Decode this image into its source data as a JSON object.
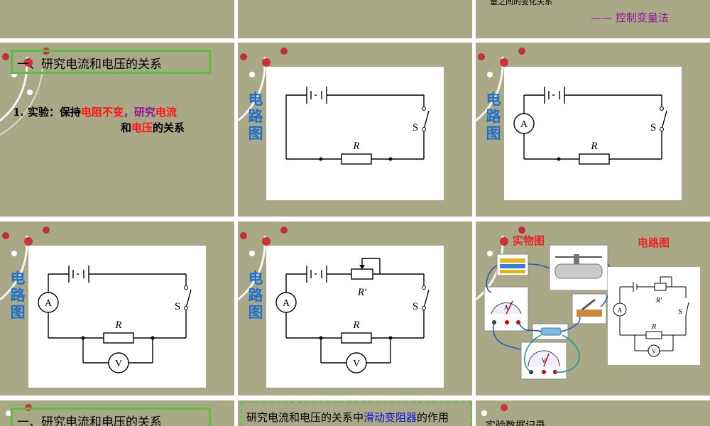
{
  "slides": {
    "s1": {},
    "s2": {},
    "s3": {
      "top_text": "量之间的变化关系",
      "method": "—— 控制变量法"
    },
    "s4": {
      "heading": "一、研究电流和电压的关系",
      "exp_num": "1. 实验：保持",
      "exp_red1": "电阻不变",
      "exp_mid": "，研究",
      "exp_red2": "电流",
      "exp_and": "和",
      "exp_red3": "电压",
      "exp_end": "的关系"
    },
    "s5": {
      "vertical_label": [
        "电",
        "路",
        "图"
      ],
      "label_r": "R",
      "label_s": "S"
    },
    "s6": {
      "vertical_label": [
        "电",
        "路",
        "图"
      ],
      "label_r": "R",
      "label_s": "S",
      "label_a": "A"
    },
    "s7": {
      "vertical_label": [
        "电",
        "路",
        "图"
      ],
      "label_r": "R",
      "label_s": "S",
      "label_a": "A",
      "label_v": "V"
    },
    "s8": {
      "vertical_label": [
        "电",
        "路",
        "图"
      ],
      "label_r": "R",
      "label_rp": "R′",
      "label_s": "S",
      "label_a": "A",
      "label_v": "V"
    },
    "s9": {
      "title_left": "实物图",
      "title_right": "电路图"
    },
    "s10": {
      "heading": "一、研究电流和电压的关系"
    },
    "s11": {
      "pre": "研究电流和电压的关系中",
      "blue": "滑动变阻器",
      "post": "的作用"
    },
    "s12": {
      "heading": "实验数据记录"
    }
  },
  "colors": {
    "slide_bg": "#a9a887",
    "accent_green": "#56c043",
    "label_blue": "#1f6fd1",
    "text_red": "#ff1414",
    "text_purple": "#9a119a"
  }
}
